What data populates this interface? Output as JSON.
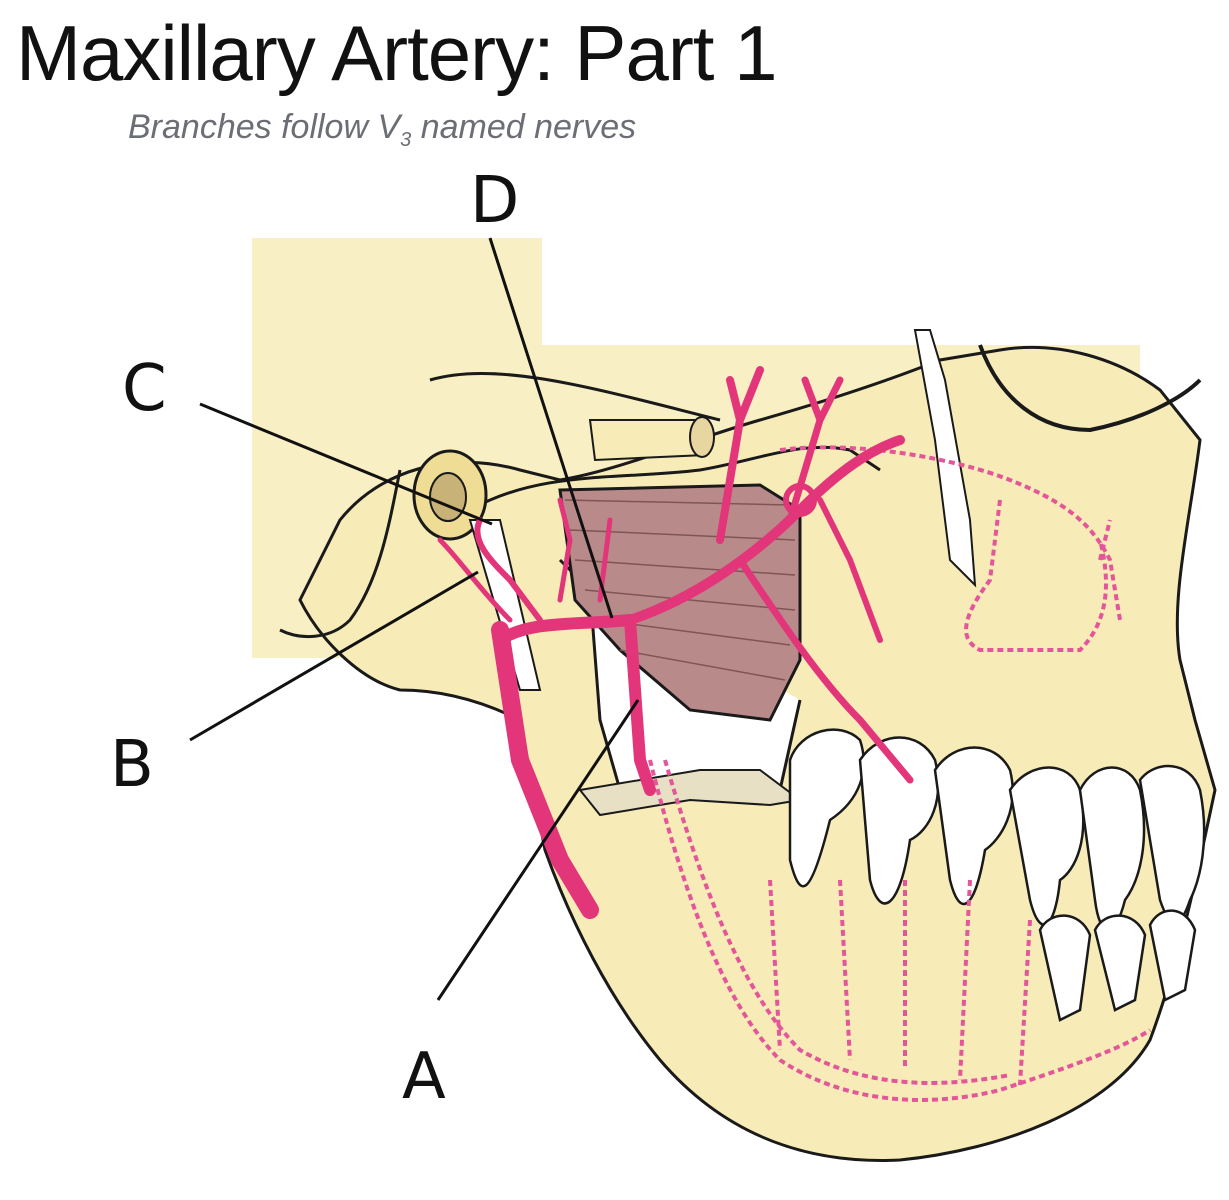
{
  "header": {
    "title": "Maxillary Artery: Part 1",
    "subtitle_prefix": "Branches follow V",
    "subtitle_sub": "3",
    "subtitle_suffix": " named nerves"
  },
  "labels": {
    "A": "A",
    "B": "B",
    "C": "C",
    "D": "D"
  },
  "colors": {
    "bone": "#f7ecb8",
    "bone_shadow": "#efdc95",
    "artery": "#e2357a",
    "nerve_dashed": "#e4559a",
    "muscle": "#b98a8a",
    "tooth": "#ffffff",
    "outline": "#1a1a1a"
  }
}
